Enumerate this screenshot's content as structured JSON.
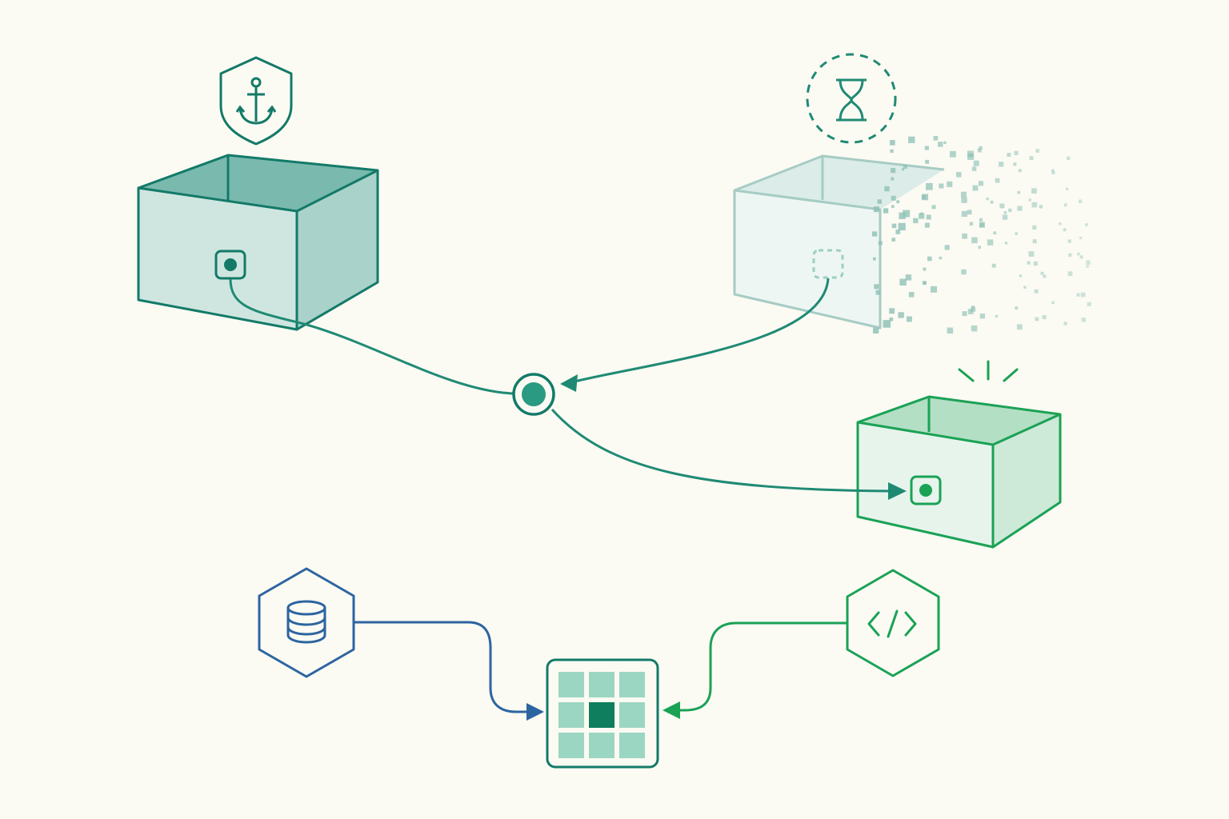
{
  "palette": {
    "background": "#fbfaf3",
    "teal_dark": "#137a68",
    "teal_mid": "#2a9a82",
    "teal_fill_front": "#cfe6e0",
    "teal_fill_side": "#a9d2ca",
    "teal_fill_back": "#7ab9ae",
    "ghost_stroke": "#a6ccc4",
    "ghost_fill": "#eef6f3",
    "green": "#1aa255",
    "green_fill_front": "#e7f4ec",
    "green_fill_side": "#cde9d8",
    "green_fill_back": "#b3dfc4",
    "blue": "#2c64a0",
    "grid_cell": "#9bd6c2",
    "grid_center": "#0e7e5e"
  },
  "nodes": {
    "persistent_container": {
      "icon": "anchor-shield-icon",
      "state": "persistent"
    },
    "ephemeral_container": {
      "icon": "hourglass-dashed-icon",
      "state": "dissolving"
    },
    "new_container": {
      "icon": "spark-icon",
      "state": "new"
    },
    "hub": {
      "icon": "junction-icon"
    },
    "database_source": {
      "icon": "database-icon"
    },
    "code_source": {
      "icon": "code-icon"
    },
    "grid_target": {
      "icon": "grid-matrix-icon",
      "highlight_cell": "center"
    }
  },
  "edges": [
    {
      "from": "persistent_container",
      "to": "hub",
      "arrow": false
    },
    {
      "from": "ephemeral_container",
      "to": "hub",
      "arrow": true
    },
    {
      "from": "hub",
      "to": "new_container",
      "arrow": true
    },
    {
      "from": "database_source",
      "to": "grid_target",
      "arrow": true
    },
    {
      "from": "code_source",
      "to": "grid_target",
      "arrow": true
    }
  ]
}
